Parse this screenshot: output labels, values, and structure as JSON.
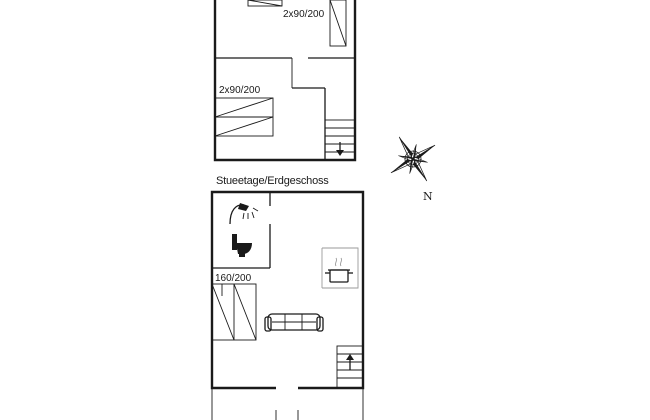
{
  "floors": {
    "upper": {
      "bed_label_top": "2x90/200",
      "bed_label_bottom": "2x90/200"
    },
    "ground": {
      "title": "Stueetage/Erdgeschoss",
      "bed_label": "160/200"
    }
  },
  "compass": {
    "north_label": "N"
  }
}
